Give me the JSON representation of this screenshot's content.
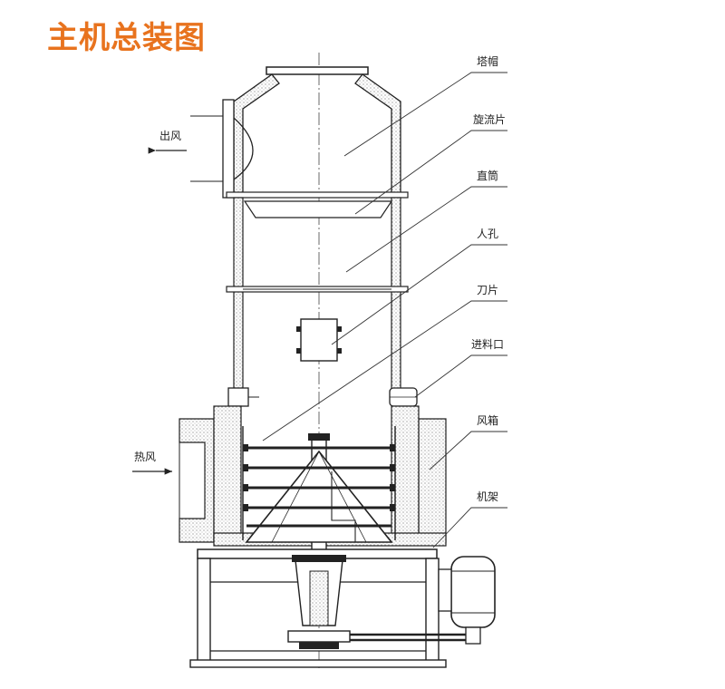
{
  "title": "主机总装图",
  "flows": {
    "outlet": "出风",
    "inlet": "热风"
  },
  "parts": [
    {
      "label": "塔帽"
    },
    {
      "label": "旋流片"
    },
    {
      "label": "直筒"
    },
    {
      "label": "人孔"
    },
    {
      "label": "刀片"
    },
    {
      "label": "进料口"
    },
    {
      "label": "风箱"
    },
    {
      "label": "机架"
    }
  ],
  "colors": {
    "title": "#e8731e",
    "line": "#222222",
    "hatch": "#888888"
  }
}
